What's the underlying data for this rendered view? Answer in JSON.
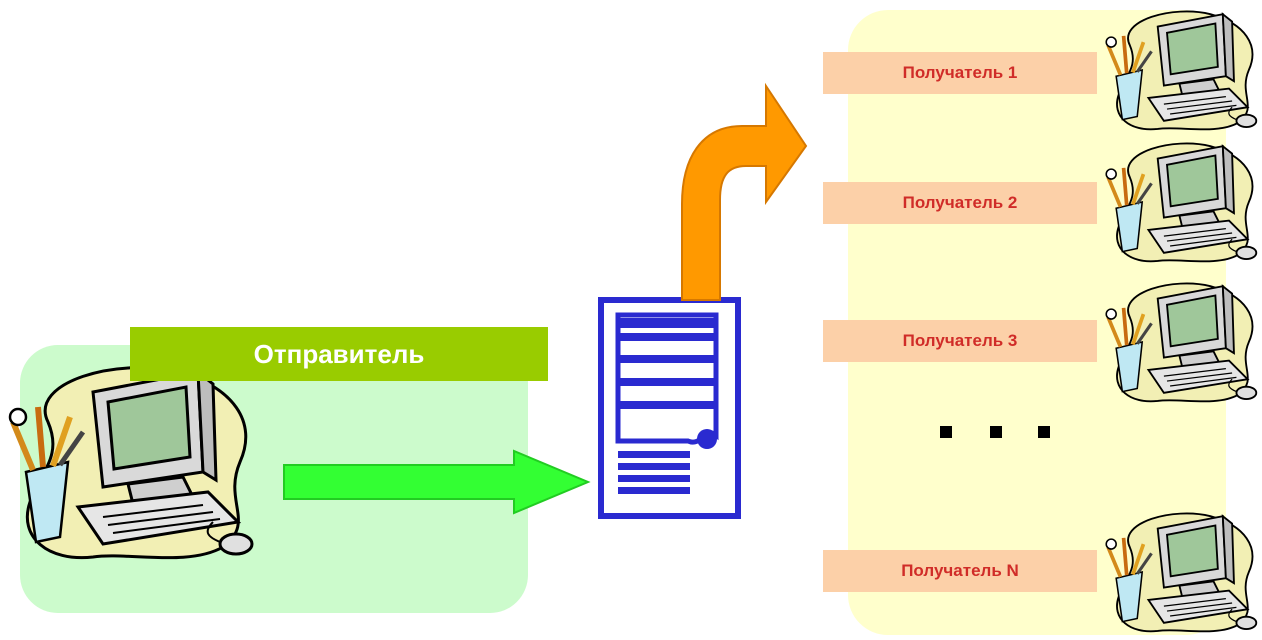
{
  "sender": {
    "label": "Отправитель",
    "icon": "desktop-computer-icon"
  },
  "server": {
    "icon": "server-icon"
  },
  "recipients": [
    {
      "label": "Получатель 1",
      "icon": "desktop-computer-icon"
    },
    {
      "label": "Получатель 2",
      "icon": "desktop-computer-icon"
    },
    {
      "label": "Получатель 3",
      "icon": "desktop-computer-icon"
    },
    {
      "label": "Получатель N",
      "icon": "desktop-computer-icon"
    }
  ],
  "ellipsis": "...",
  "colors": {
    "sender_panel": "#ccfbcc",
    "sender_banner": "#99cc00",
    "recipients_panel": "#ffffcc",
    "recipient_label_bg": "#fcd0a8",
    "recipient_label_text": "#d02c28",
    "send_arrow": "#33ff33",
    "forward_arrow": "#ff9900",
    "server": "#2a2ad0"
  }
}
